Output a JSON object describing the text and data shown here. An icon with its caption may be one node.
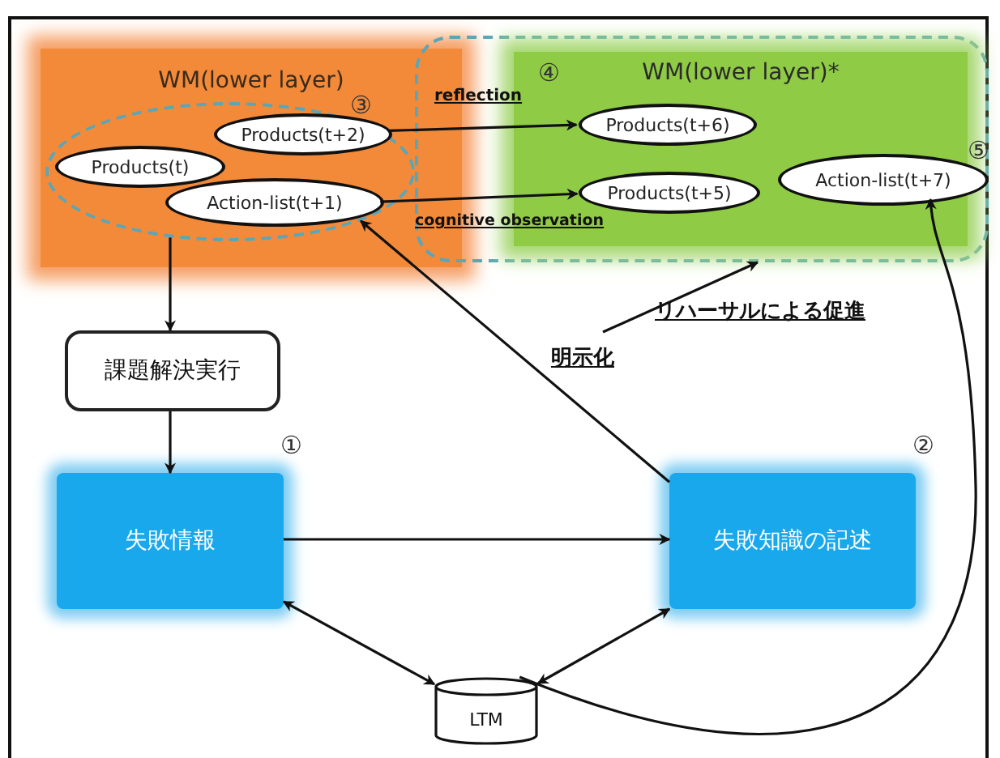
{
  "diagram": {
    "nodes": [
      {
        "text": [
          "WM(lower layer)"
        ]
      },
      {
        "text": [],
        "shape": "ellipse",
        "in": 0
      },
      {
        "text": [
          "Products(t)"
        ],
        "in": 1
      },
      {
        "text": [
          "Products(t+2)"
        ],
        "in": 1
      },
      {
        "text": [
          "Action-list(t+1)"
        ],
        "in": 1
      },
      {
        "text": [],
        "shape": "box"
      },
      {
        "text": [
          "WM(lower layer)*"
        ],
        "in": 5
      },
      {
        "text": [
          "Products(t+6)"
        ],
        "in": 6
      },
      {
        "text": [
          "Products(t+5)"
        ],
        "in": 6
      },
      {
        "text": [
          "Action-list(t+7)"
        ],
        "in": 5,
        "beside": [
          "⑤"
        ]
      },
      {
        "text": [
          "課題解決実行"
        ]
      },
      {
        "text": [
          "失敗情報"
        ]
      },
      {
        "text": [
          "失敗知識の記述"
        ]
      },
      {
        "text": [
          "LTM"
        ]
      }
    ],
    "edges": [
      {
        "from": 3,
        "to": 7,
        "arrow": "to",
        "label": "reflection"
      },
      {
        "from": 4,
        "to": 8,
        "arrow": "to",
        "label": "cognitive observation"
      },
      {
        "from": 1,
        "to": 10,
        "arrow": "to"
      },
      {
        "from": 10,
        "to": 11,
        "arrow": "to"
      },
      {
        "from": 11,
        "to": 12,
        "arrow": "to"
      },
      {
        "from": 12,
        "to": 1,
        "arrow": "to",
        "label": "明示化"
      },
      {
        "from": null,
        "to": 5,
        "arrow": "to",
        "label": "リハーサルによる促進"
      },
      {
        "from": 11,
        "to": 13,
        "arrow": "both"
      },
      {
        "from": 12,
        "to": 13,
        "arrow": "both"
      },
      {
        "from": 13,
        "to": 9,
        "arrow": "to"
      }
    ],
    "labels": [
      "③",
      "④",
      "①",
      "②"
    ]
  }
}
